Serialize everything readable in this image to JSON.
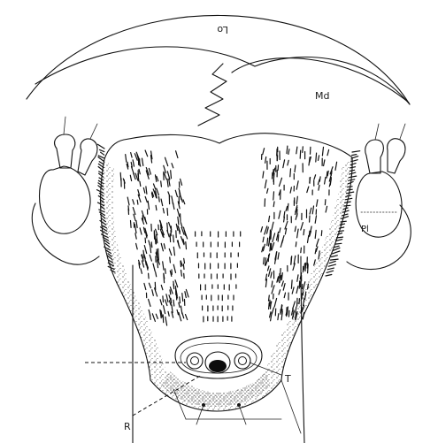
{
  "labels": {
    "lo": "Lo",
    "md": "Md",
    "pl": "Pl",
    "r": "R",
    "t": "T"
  },
  "colors": {
    "ink": "#111111",
    "paper": "#ffffff"
  }
}
